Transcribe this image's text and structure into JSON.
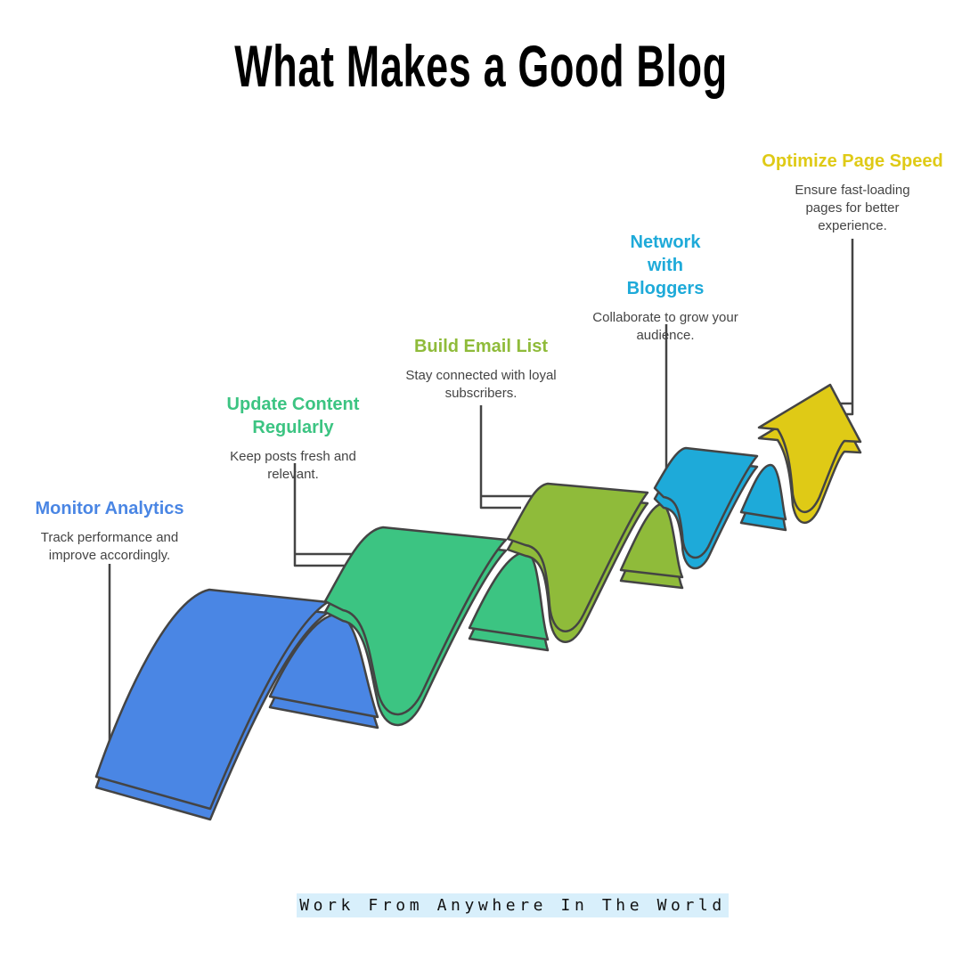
{
  "title": "What Makes a Good Blog",
  "steps": [
    {
      "title": "Monitor Analytics",
      "desc": "Track performance and improve accordingly.",
      "color": "#4a86e4"
    },
    {
      "title": "Update Content Regularly",
      "desc": "Keep posts fresh and relevant.",
      "color": "#3cc482"
    },
    {
      "title": "Build Email List",
      "desc": "Stay connected with loyal subscribers.",
      "color": "#8fbb3a"
    },
    {
      "title": "Network with Bloggers",
      "desc": "Collaborate to grow your audience.",
      "color": "#1eaad9"
    },
    {
      "title": "Optimize Page Speed",
      "desc": "Ensure fast-loading pages for better experience.",
      "color": "#dfca16"
    }
  ],
  "footer": "Work From Anywhere In The World"
}
